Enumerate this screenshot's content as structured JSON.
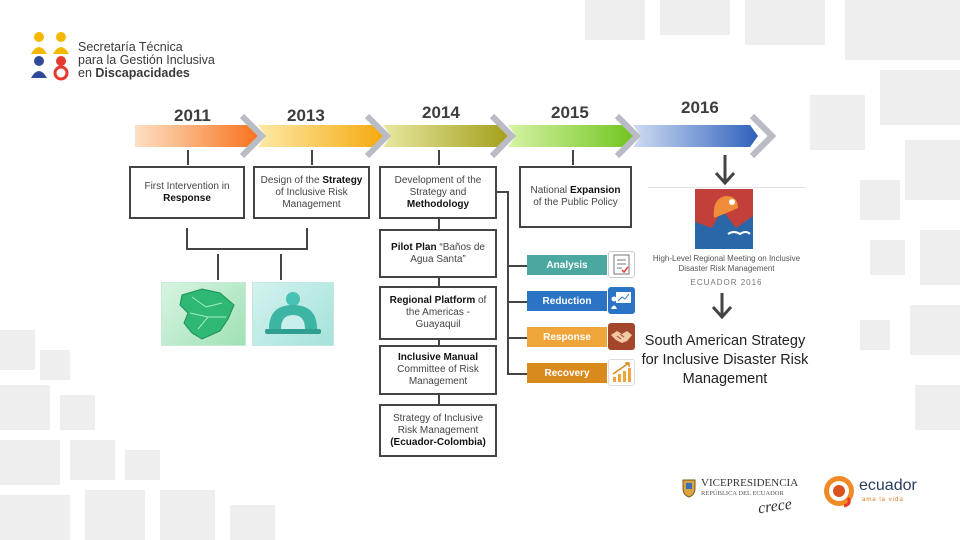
{
  "logo": {
    "line1": "Secretaría Técnica",
    "line2": "para la Gestión Inclusiva",
    "line3_prefix": "en ",
    "line3_bold": "Discapacidades"
  },
  "timeline": {
    "years": [
      "2011",
      "2013",
      "2014",
      "2015",
      "2016"
    ],
    "colors": [
      "#f98a3a",
      "#f7b92b",
      "#b6b32c",
      "#8fd23c",
      "#4f76c8"
    ]
  },
  "boxes": {
    "b2011": {
      "pre": "First Intervention in ",
      "bold": "Response",
      "post": ""
    },
    "b2013": {
      "pre": "Design of the ",
      "bold": "Strategy",
      "post": " of Inclusive Risk Management"
    },
    "b2014": {
      "pre": "Development of the Strategy and ",
      "bold": "Methodology",
      "post": ""
    },
    "b2015": {
      "pre": "National ",
      "bold": "Expansion",
      "post": " of the Public Policy"
    },
    "pilot": {
      "bold": "Pilot Plan",
      "post": " “Baños de Agua Santa”"
    },
    "regional": {
      "bold": "Regional Platform",
      "post": " of the Americas - Guayaquil"
    },
    "manual": {
      "bold": "Inclusive Manual",
      "post": " Committee of Risk Management"
    },
    "strategy": {
      "pre": "Strategy of Inclusive Risk Management ",
      "bold": "(Ecuador-Colombia)"
    }
  },
  "phases": [
    {
      "label": "Analysis",
      "color": "#4aa8a0",
      "icon": "checklist-icon"
    },
    {
      "label": "Reduction",
      "color": "#2b73c4",
      "icon": "presentation-icon"
    },
    {
      "label": "Response",
      "color": "#f0a53a",
      "icon": "handshake-icon"
    },
    {
      "label": "Recovery",
      "color": "#d98a1c",
      "icon": "growth-chart-icon"
    }
  ],
  "meeting": {
    "title": "High-Level Regional Meeting on Inclusive Disaster Risk Management",
    "subtitle": "ECUADOR 2016"
  },
  "result_text": "South American Strategy for Inclusive Disaster Risk Management",
  "footer": {
    "vp_line1": "VICEPRESIDENCIA",
    "vp_line2": "REPÚBLICA DEL ECUADOR",
    "vp_tagline": "crece",
    "ecuador_logo": "ecuador",
    "ecuador_tagline": "ama la vida"
  }
}
